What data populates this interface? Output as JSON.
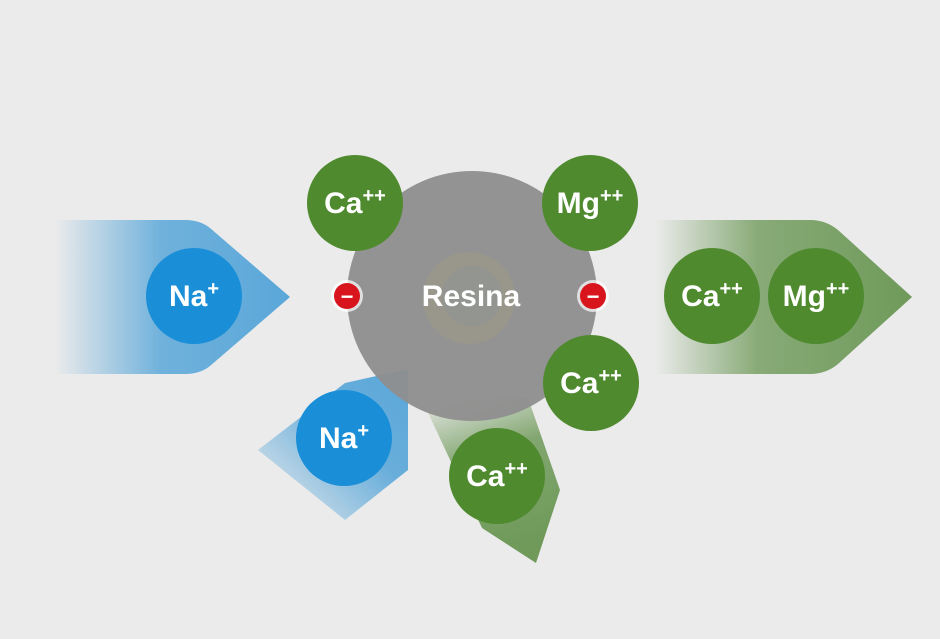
{
  "resin": {
    "label": "Resina",
    "color": "#8e8e8e"
  },
  "colors": {
    "sodium": "#1a8fd8",
    "calcium_magnesium": "#4f8a2f",
    "charge": "#d8141d",
    "background": "#ebebeb"
  },
  "ions": {
    "na_incoming": {
      "element": "Na",
      "charge": "+"
    },
    "na_released": {
      "element": "Na",
      "charge": "+"
    },
    "ca_bound_top": {
      "element": "Ca",
      "charge": "++"
    },
    "mg_bound_top": {
      "element": "Mg",
      "charge": "++"
    },
    "ca_bound_right": {
      "element": "Ca",
      "charge": "++"
    },
    "ca_bound_bottom": {
      "element": "Ca",
      "charge": "++"
    },
    "ca_outgoing": {
      "element": "Ca",
      "charge": "++"
    },
    "mg_outgoing": {
      "element": "Mg",
      "charge": "++"
    }
  },
  "charges": {
    "left": "−",
    "right": "−"
  },
  "icons": [
    "negative-charge-icon",
    "flow-arrow-icon"
  ]
}
